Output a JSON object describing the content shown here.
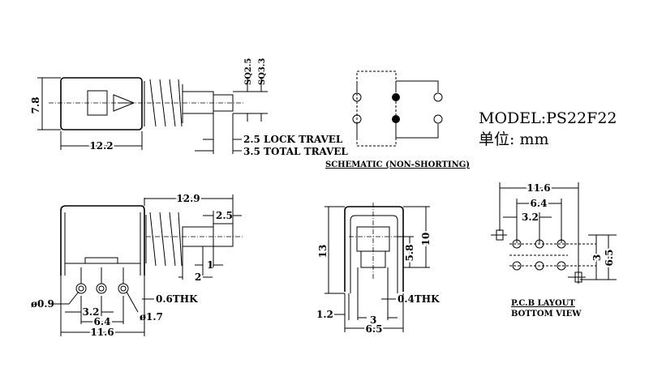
{
  "model": {
    "label": "MODEL:PS22F22",
    "unit": "单位: mm"
  },
  "top_view": {
    "height": "7.8",
    "length": "12.2",
    "sq1": "SQ2.5",
    "sq2": "SQ3.3",
    "lock": "2.5 LOCK TRAVEL",
    "total": "3.5 TOTAL TRAVEL"
  },
  "schematic": {
    "label": "SCHEMATIC (NON-SHORTING)"
  },
  "front_view": {
    "overall": "12.9",
    "plunger": "2.5",
    "d1": "1",
    "d2": "2",
    "hole": "ø0.9",
    "thk": "0.6THK",
    "pad": "ø1.7",
    "p1": "3.2",
    "p2": "6.4",
    "width": "11.6"
  },
  "side_view": {
    "height": "13",
    "h2": "10",
    "h3": "5.8",
    "thk": "0.4THK",
    "offset": "1.2",
    "pitch": "3",
    "width": "6.5"
  },
  "pcb": {
    "w": "11.6",
    "p2": "6.4",
    "p1": "3.2",
    "row": "3",
    "h": "6.5",
    "title": "P.C.B LAYOUT",
    "subtitle": "BOTTOM VIEW"
  }
}
